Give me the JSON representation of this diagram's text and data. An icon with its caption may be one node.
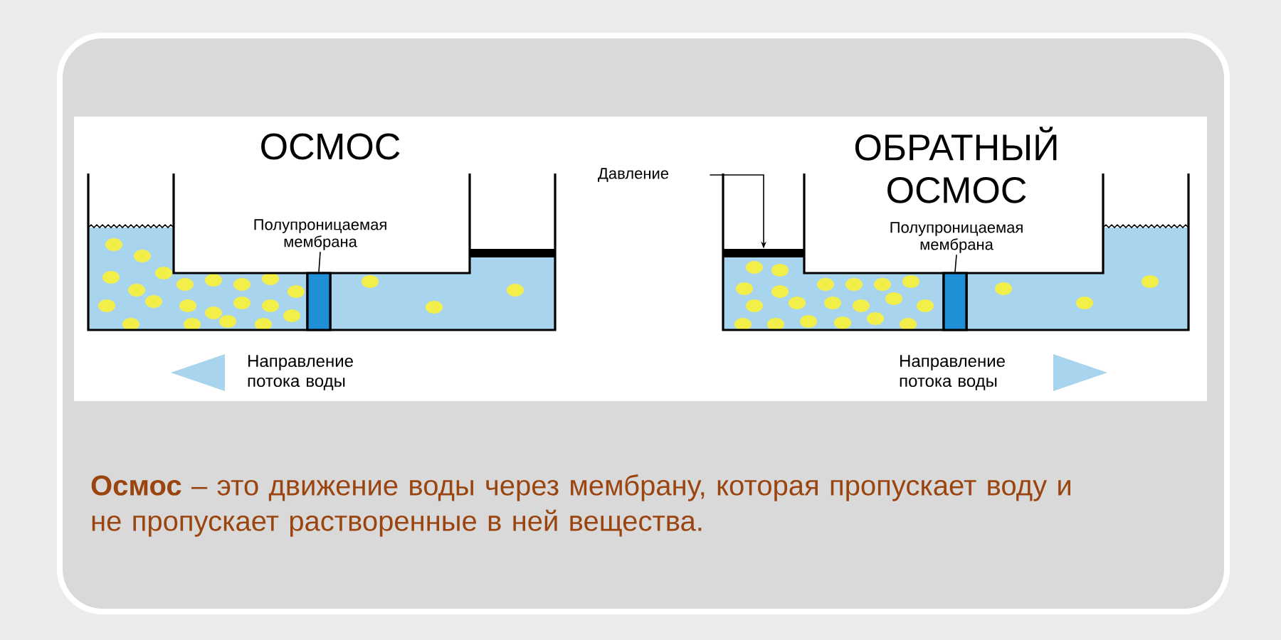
{
  "diagram": {
    "caption": "**Осмос** – это движение воды через мембрану, которая пропускает воду и не пропускает растворенные в ней вещества.",
    "nodes": [
      {
        "text": [
          "Полупроницаемая мембрана"
        ]
      },
      {
        "text": [],
        "shape": "bar"
      },
      {
        "text": [
          "Давление"
        ]
      },
      {
        "text": [],
        "shape": "bar"
      },
      {
        "text": [
          "Полупроницаемая мембрана"
        ]
      },
      {
        "text": [],
        "shape": "bar"
      }
    ],
    "edges": [
      {
        "from": 0,
        "to": 1,
        "arrow": "none"
      },
      {
        "from": 2,
        "to": 3,
        "arrow": "to"
      },
      {
        "from": 4,
        "to": 5,
        "arrow": "none"
      }
    ],
    "labels": [
      "ОСМОС",
      "ОБРАТНЫЙ ОСМОС",
      "Направление потока воды",
      "Направление потока воды"
    ]
  }
}
